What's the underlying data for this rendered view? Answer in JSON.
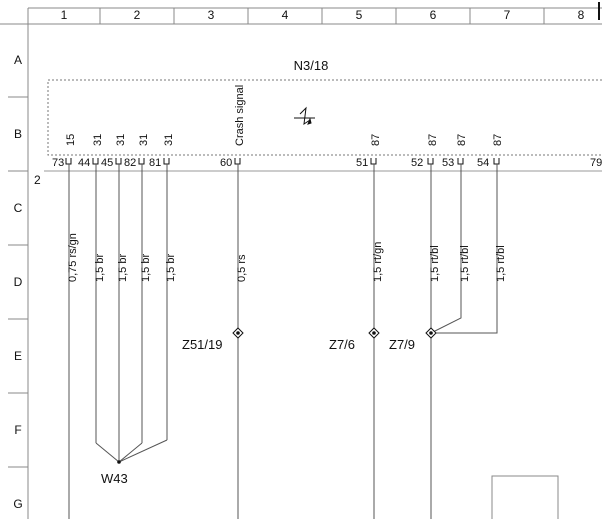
{
  "grid": {
    "columns": [
      "1",
      "2",
      "3",
      "4",
      "5",
      "6",
      "7",
      "8"
    ],
    "rows": [
      "A",
      "B",
      "C",
      "D",
      "E",
      "F",
      "G"
    ]
  },
  "component": {
    "name": "N3/18",
    "crash_label": "Crash signal",
    "side_pin": "2",
    "right_pin": "79"
  },
  "pins": [
    {
      "num": "73",
      "signal": "15",
      "wire": "0,75 rs/gn"
    },
    {
      "num": "44",
      "signal": "",
      "wire": ""
    },
    {
      "num": "45",
      "signal": "31",
      "wire": "1,5 br"
    },
    {
      "num": "82",
      "signal": "31",
      "wire": "1,5 br"
    },
    {
      "num": "81",
      "signal": "31",
      "wire": "1,5 br"
    },
    {
      "num": "60",
      "signal": "",
      "wire": "0,5 rs"
    },
    {
      "num": "51",
      "signal": "87",
      "wire": "1,5 rt/gn"
    },
    {
      "num": "52",
      "signal": "87",
      "wire": "1,5 rt/bl"
    },
    {
      "num": "53",
      "signal": "87",
      "wire": "1,5 rt/bl"
    },
    {
      "num": "54",
      "signal": "87",
      "wire": "1,5 rt/bl"
    }
  ],
  "extra_signal": "31",
  "extra_wire": "1,5 br",
  "connectors": {
    "z51_19": "Z51/19",
    "z7_6": "Z7/6",
    "z7_9": "Z7/9"
  },
  "ground": "W43"
}
